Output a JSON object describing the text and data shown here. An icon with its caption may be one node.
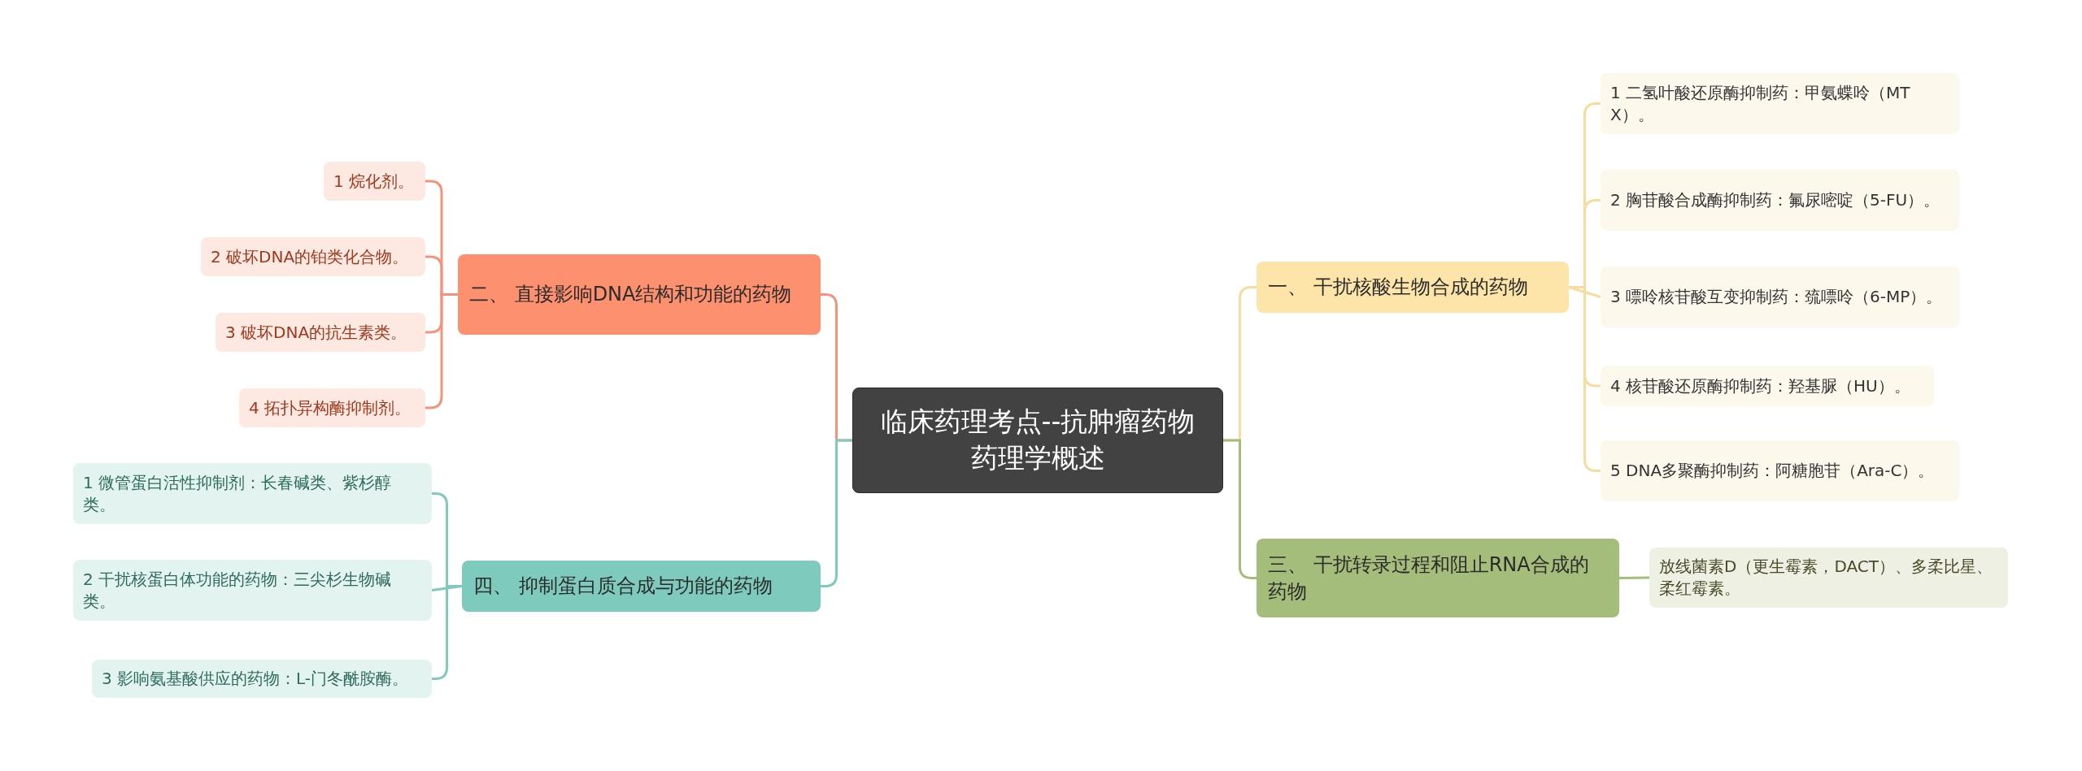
{
  "diagram": {
    "nodes": [
      {
        "text": [
          "临床药理考点--抗肿瘤药物药理学概述"
        ]
      },
      {
        "text": [
          "一、 干扰核酸生物合成的药物"
        ]
      },
      {
        "text": [
          "1 二氢叶酸还原酶抑制药：甲氨蝶呤（MTX）。"
        ]
      },
      {
        "text": [
          "2 胸苷酸合成酶抑制药：氟尿嘧啶（5-FU）。"
        ]
      },
      {
        "text": [
          "3 嘌呤核苷酸互变抑制药：巯嘌呤（6-MP）。"
        ]
      },
      {
        "text": [
          "4 核苷酸还原酶抑制药：羟基脲（HU）。"
        ]
      },
      {
        "text": [
          "5 DNA多聚酶抑制药：阿糖胞苷（Ara-C）。"
        ]
      },
      {
        "text": [
          "三、 干扰转录过程和阻止RNA合成的药物"
        ]
      },
      {
        "text": [
          "放线菌素D（更生霉素，DACT）、多柔比星、柔红霉素。"
        ]
      },
      {
        "text": [
          "二、 直接影响DNA结构和功能的药物"
        ]
      },
      {
        "text": [
          "1 烷化剂。"
        ]
      },
      {
        "text": [
          "2 破坏DNA的铂类化合物。"
        ]
      },
      {
        "text": [
          "3 破坏DNA的抗生素类。"
        ]
      },
      {
        "text": [
          "4 拓扑异构酶抑制剂。"
        ]
      },
      {
        "text": [
          "四、 抑制蛋白质合成与功能的药物"
        ]
      },
      {
        "text": [
          "1 微管蛋白活性抑制剂：长春碱类、紫杉醇类。"
        ]
      },
      {
        "text": [
          "2 干扰核蛋白体功能的药物：三尖杉生物碱类。"
        ]
      },
      {
        "text": [
          "3 影响氨基酸供应的药物：L-门冬酰胺酶。"
        ]
      }
    ],
    "edges": [
      {
        "from": 0,
        "to": 1,
        "arrow": "none",
        "color": "#f7dc9d"
      },
      {
        "from": 1,
        "to": 2,
        "arrow": "none",
        "color": "#f7dc9d"
      },
      {
        "from": 1,
        "to": 3,
        "arrow": "none",
        "color": "#f7dc9d"
      },
      {
        "from": 1,
        "to": 4,
        "arrow": "none",
        "color": "#f7dc9d"
      },
      {
        "from": 1,
        "to": 5,
        "arrow": "none",
        "color": "#f7dc9d"
      },
      {
        "from": 1,
        "to": 6,
        "arrow": "none",
        "color": "#f7dc9d"
      },
      {
        "from": 0,
        "to": 7,
        "arrow": "none",
        "color": "#a5bd7a"
      },
      {
        "from": 7,
        "to": 8,
        "arrow": "none",
        "color": "#a5bd7a"
      },
      {
        "from": 0,
        "to": 9,
        "arrow": "none",
        "color": "#f5937a"
      },
      {
        "from": 9,
        "to": 10,
        "arrow": "none",
        "color": "#f5937a"
      },
      {
        "from": 9,
        "to": 11,
        "arrow": "none",
        "color": "#f5937a"
      },
      {
        "from": 9,
        "to": 12,
        "arrow": "none",
        "color": "#f5937a"
      },
      {
        "from": 9,
        "to": 13,
        "arrow": "none",
        "color": "#f5937a"
      },
      {
        "from": 0,
        "to": 14,
        "arrow": "none",
        "color": "#7ecabc"
      },
      {
        "from": 14,
        "to": 15,
        "arrow": "none",
        "color": "#7ecabc"
      },
      {
        "from": 14,
        "to": 16,
        "arrow": "none",
        "color": "#7ecabc"
      },
      {
        "from": 14,
        "to": 17,
        "arrow": "none",
        "color": "#7ecabc"
      }
    ]
  }
}
